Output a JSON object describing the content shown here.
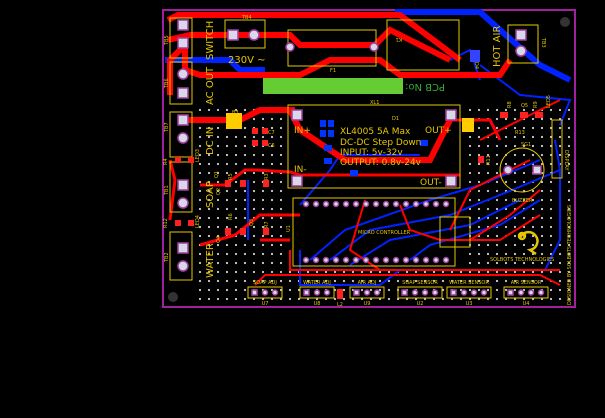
{
  "colors": {
    "background": "#000000",
    "board_outline": "#a020a0",
    "top_copper": "#ff0000",
    "bottom_copper": "#0022ff",
    "silkscreen": "#e5c700",
    "pcb_no_box": "#66cc33",
    "pcb_no_text": "#33aa33"
  },
  "board": {
    "terminals": {
      "tb4": "TB4",
      "tb5": "TB5",
      "tb6": "TB6",
      "tb7": "TB7",
      "tb1": "TB1",
      "tb2": "TB2",
      "tb3": "TB3"
    },
    "labels": {
      "switch": "SWITCH",
      "ac_out": "AC OUT",
      "v230": "230V ~",
      "fuse": "F1",
      "relay": "K1",
      "pcb_no": "PCB No:",
      "hot_air": "HOT AIR",
      "dc_in": "DC IN",
      "soap": "SOAP",
      "water": "WATER",
      "buzzer": "BUZZER",
      "display": "DISPLAY",
      "company": "SOLBOTS TECHNOLOGIES",
      "designed_by": "DESIGNED BY SOLBOTS TECHNOLOGIES"
    },
    "converter": {
      "ref": "XL1",
      "line1": "XL4005 5A Max",
      "line2": "DC-DC Step Down",
      "line3": "INPUT: 5v-32v",
      "line4": "OUTPUT: 0.8v-24v",
      "in_plus": "IN+",
      "in_minus": "IN-",
      "out_plus": "OUT+",
      "out_minus": "OUT-"
    },
    "refs": {
      "b3": "B3",
      "c7": "C7",
      "c6": "C6",
      "d1": "D1",
      "d4": "D4",
      "q5": "Q5",
      "r8": "R8",
      "r9": "R9",
      "led5": "LED5",
      "r13": "R13",
      "r11": "R11",
      "sg1": "SG1",
      "q1": "Q1",
      "q2": "Q2",
      "q3": "Q3",
      "q4": "Q4",
      "r3": "R3",
      "r4": "R4",
      "r5": "R5",
      "r6": "R6",
      "r7": "R7",
      "r12": "R12",
      "led3": "LED3",
      "led4": "LED4",
      "u1": "U1",
      "l2": "L2"
    },
    "microcontroller": "MICRO CONTROLLER",
    "headers": [
      {
        "label": "SOAP ADJ",
        "ref": "U7",
        "pins": 3
      },
      {
        "label": "WATER ADJ",
        "ref": "U8",
        "pins": 3
      },
      {
        "label": "AIR ADJ",
        "ref": "U9",
        "pins": 3
      },
      {
        "label": "SOAP SENSOR",
        "ref": "U2",
        "pins": 4
      },
      {
        "label": "WATER SENSOR",
        "ref": "U3",
        "pins": 4
      },
      {
        "label": "AIR SENSOR",
        "ref": "U4",
        "pins": 4
      }
    ]
  }
}
